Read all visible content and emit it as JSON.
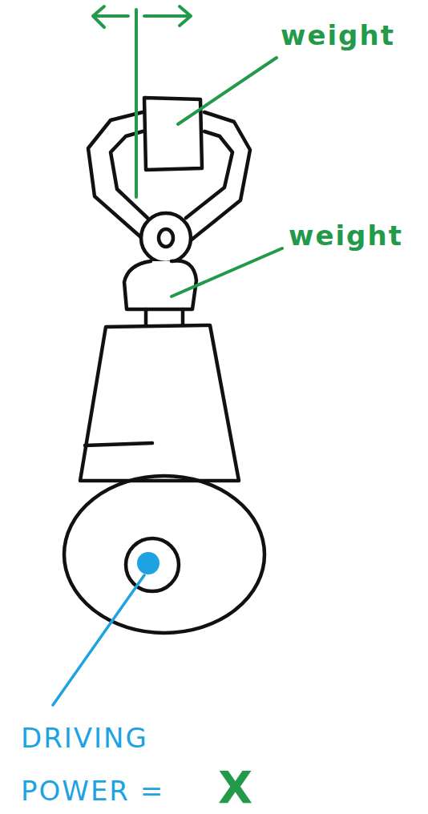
{
  "diagram": {
    "labels": [
      "weight",
      "weight",
      "DRIVING POWER =",
      "X"
    ]
  }
}
